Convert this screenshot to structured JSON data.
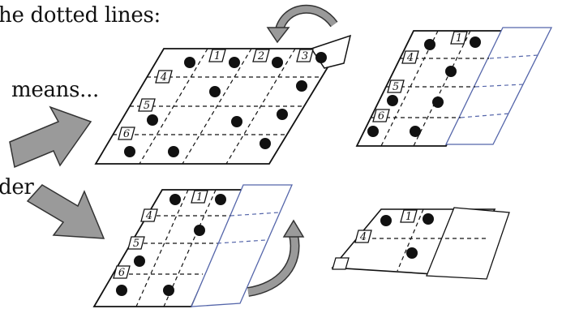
{
  "captions": {
    "heading_fragment": "he dotted lines:",
    "means_fragment": "means...",
    "der_fragment": "der"
  },
  "grid_labels": [
    "1",
    "2",
    "3",
    "4",
    "5",
    "6"
  ],
  "colors": {
    "ink": "#111111",
    "arrow_fill": "#9a9a9a",
    "fold_outline": "#5566aa"
  }
}
